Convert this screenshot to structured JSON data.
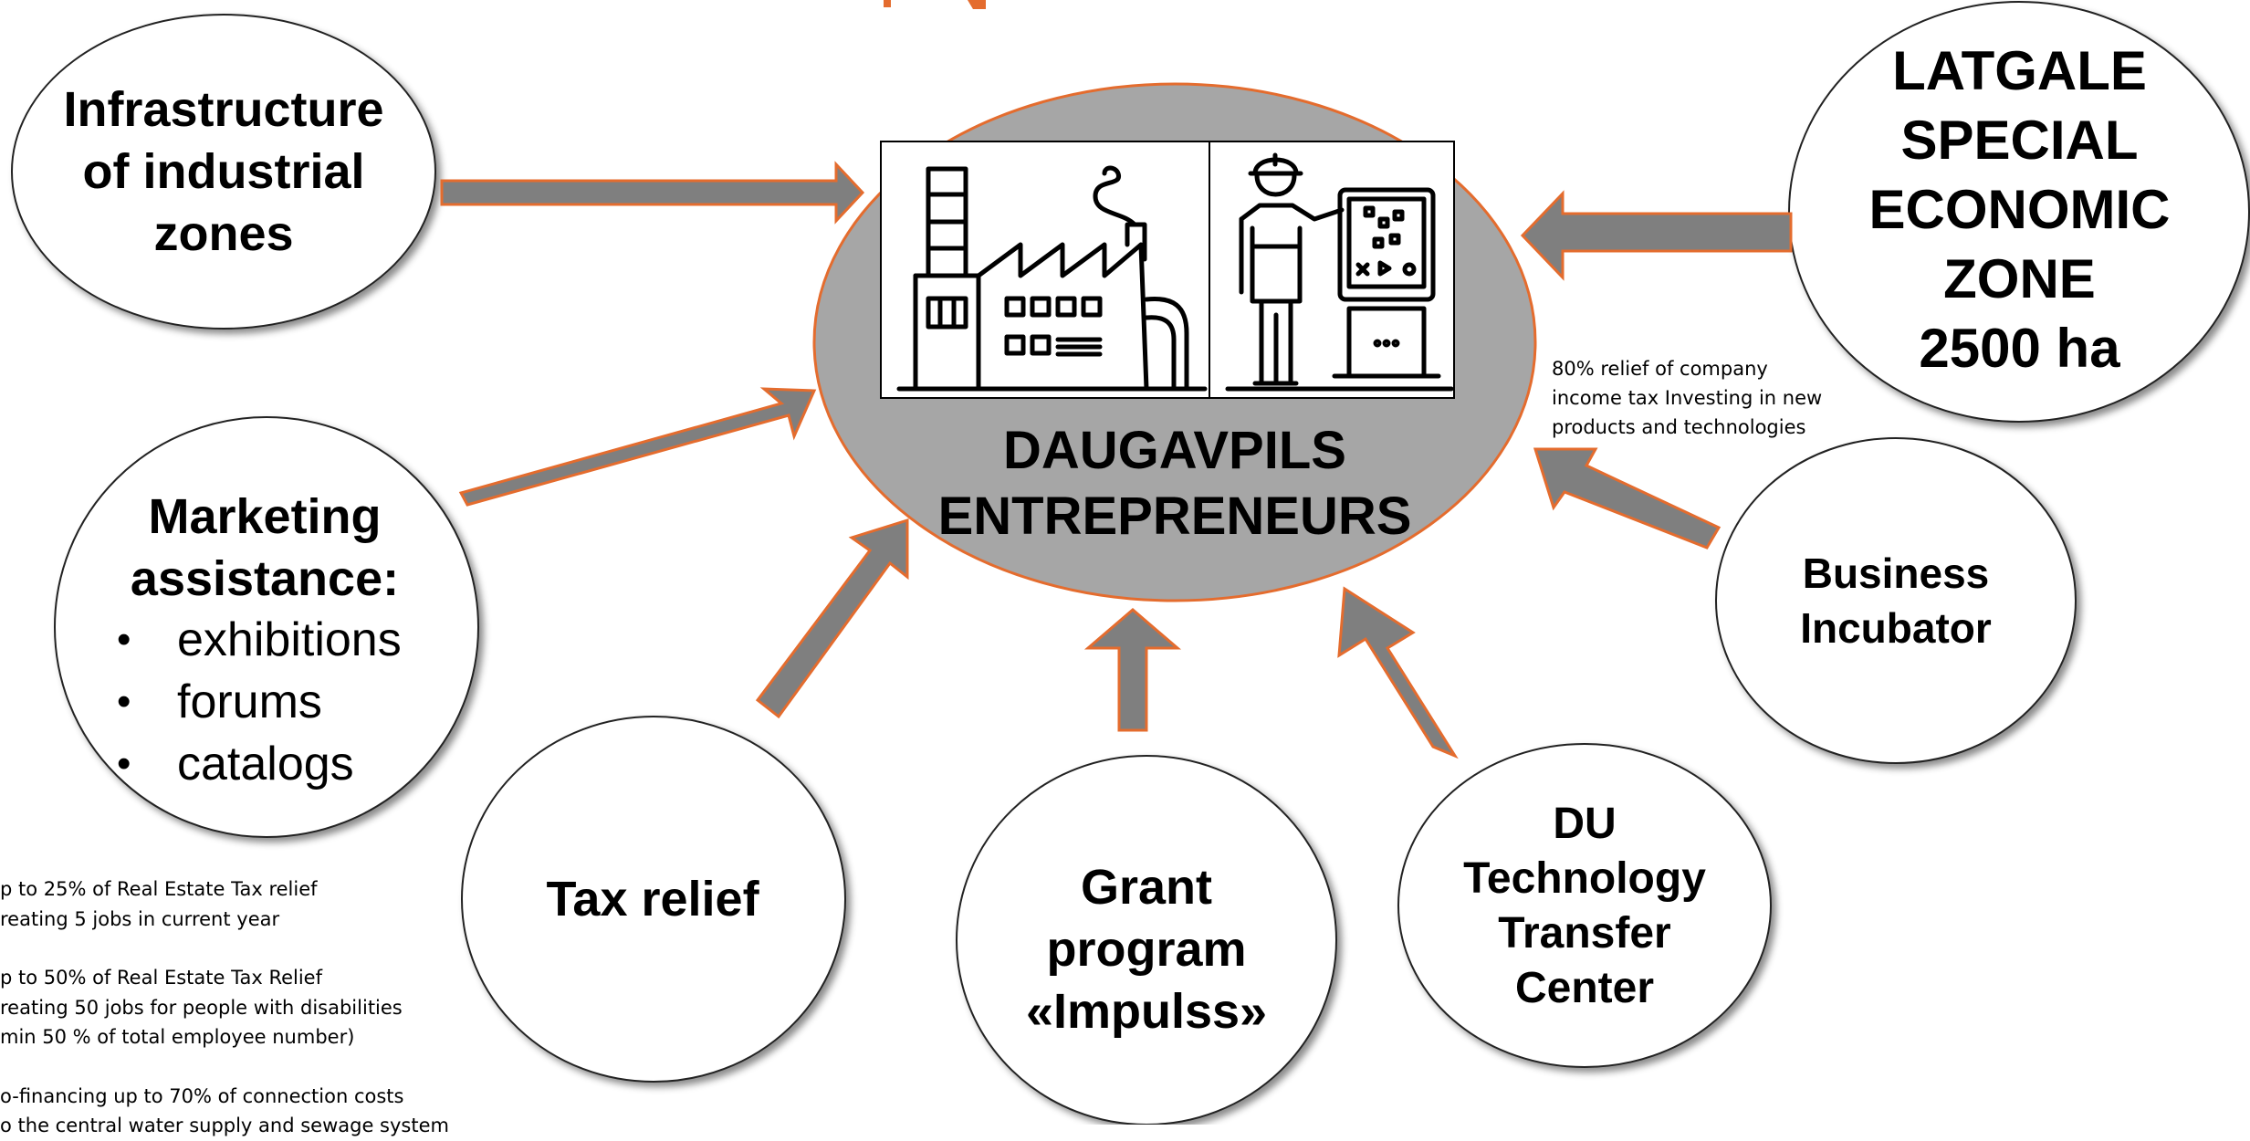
{
  "center": {
    "title_line1": "DAUGAVPILS",
    "title_line2": "ENTREPRENEURS",
    "factory_icon": "factory-icon",
    "worker_icon": "worker-control-panel-icon"
  },
  "nodes": {
    "infrastructure": {
      "line1": "Infrastructure",
      "line2": "of industrial",
      "line3": "zones"
    },
    "latgale": {
      "line1": "LATGALE",
      "line2": "SPECIAL",
      "line3": "ECONOMIC",
      "line4": "ZONE",
      "line5": "2500 ha"
    },
    "marketing": {
      "line1": "Marketing",
      "line2": "assistance:",
      "items": [
        "exhibitions",
        "forums",
        "catalogs"
      ]
    },
    "tax_relief": {
      "label": "Tax relief"
    },
    "grant": {
      "line1": "Grant",
      "line2": "program",
      "line3": "«Impulss»"
    },
    "du_ttc": {
      "line1": "DU",
      "line2": "Technology",
      "line3": "Transfer",
      "line4": "Center"
    },
    "incubator": {
      "line1": "Business",
      "line2": "Incubator"
    }
  },
  "notes": {
    "lsez": [
      "80% relief of company",
      "income tax Investing in new",
      "products and technologies"
    ],
    "tax": [
      "p to 25% of Real Estate Tax relief",
      "reating  5 jobs in current year",
      "",
      "p to  50% of Real Estate  Tax Relief",
      "reating 50 jobs for people with disabilities",
      "min 50 %  of total employee number)",
      "",
      "o-financing up to 70%  of connection costs",
      "o the central water supply and sewage system"
    ]
  },
  "colors": {
    "arrow_fill": "#7f7f7f",
    "arrow_stroke": "#e46c2e",
    "center_fill": "#a6a6a6",
    "center_stroke": "#e46c2e",
    "node_stroke": "#222222"
  }
}
